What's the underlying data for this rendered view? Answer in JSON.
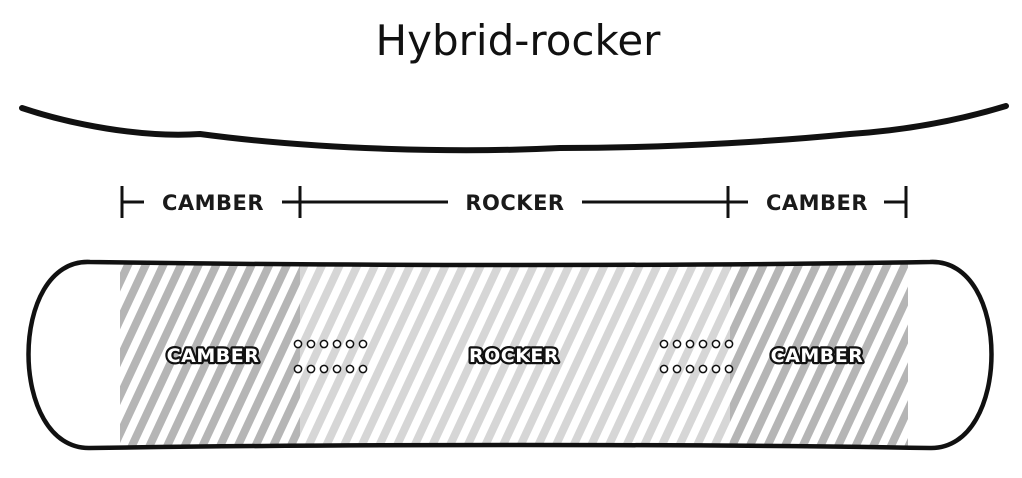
{
  "title": "Hybrid-rocker",
  "zones": [
    {
      "id": "camber-left",
      "label": "CAMBER",
      "type": "camber"
    },
    {
      "id": "rocker-center",
      "label": "ROCKER",
      "type": "rocker"
    },
    {
      "id": "camber-right",
      "label": "CAMBER",
      "type": "camber"
    }
  ],
  "board_labels": {
    "left": "CAMBER",
    "center": "ROCKER",
    "right": "CAMBER"
  },
  "colors": {
    "outline": "#111111",
    "camber_stripe": "#b5b5b5",
    "rocker_stripe": "#d6d6d6",
    "background": "#ffffff"
  }
}
